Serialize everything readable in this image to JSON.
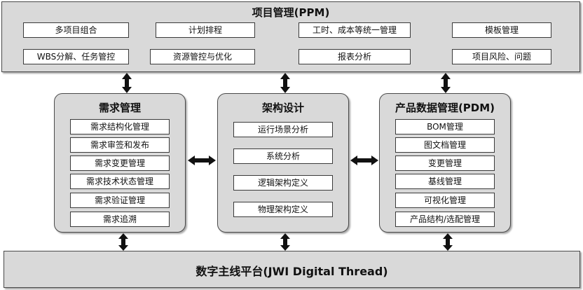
{
  "ppm": {
    "title": "项目管理(PPM)",
    "items": [
      "多项目组合",
      "计划排程",
      "工时、成本等统一管理",
      "模板管理",
      "WBS分解、任务管控",
      "资源管控与优化",
      "报表分析",
      "项目风险、问题"
    ]
  },
  "requirements": {
    "title": "需求管理",
    "items": [
      "需求结构化管理",
      "需求审签和发布",
      "需求变更管理",
      "需求技术状态管理",
      "需求验证管理",
      "需求追溯"
    ]
  },
  "architecture": {
    "title": "架构设计",
    "items": [
      "运行场景分析",
      "系统分析",
      "逻辑架构定义",
      "物理架构定义"
    ]
  },
  "pdm": {
    "title": "产品数据管理(PDM)",
    "items": [
      "BOM管理",
      "图文档管理",
      "变更管理",
      "基线管理",
      "可视化管理",
      "产品结构/选配管理"
    ]
  },
  "platform": {
    "title": "数字主线平台(JWI Digital Thread)"
  }
}
